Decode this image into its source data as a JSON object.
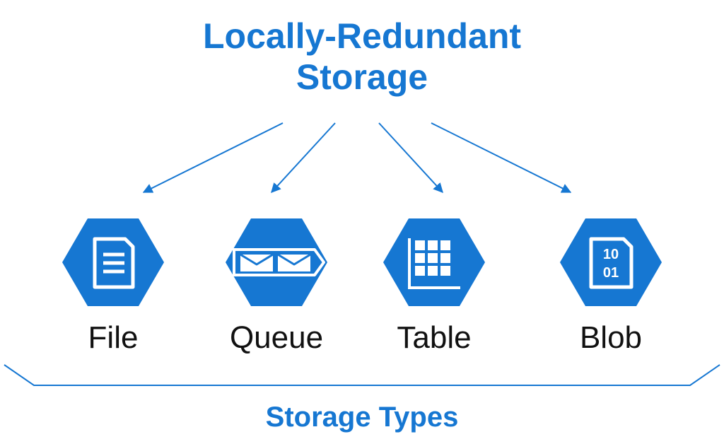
{
  "title": {
    "line1": "Locally-Redundant",
    "line2": "Storage"
  },
  "colors": {
    "accent": "#1677d2",
    "text": "#111111",
    "background": "#ffffff"
  },
  "storage_types": [
    {
      "label": "File",
      "icon": "file-icon"
    },
    {
      "label": "Queue",
      "icon": "queue-icon"
    },
    {
      "label": "Table",
      "icon": "table-icon"
    },
    {
      "label": "Blob",
      "icon": "blob-icon",
      "icon_text": [
        "10",
        "01"
      ]
    }
  ],
  "footer": {
    "label": "Storage Types"
  }
}
